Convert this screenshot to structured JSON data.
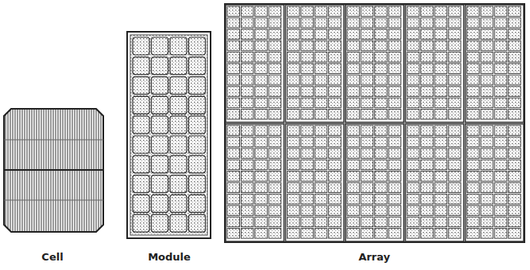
{
  "diagram": {
    "labels": [
      "Cell",
      "Module",
      "Array"
    ]
  }
}
